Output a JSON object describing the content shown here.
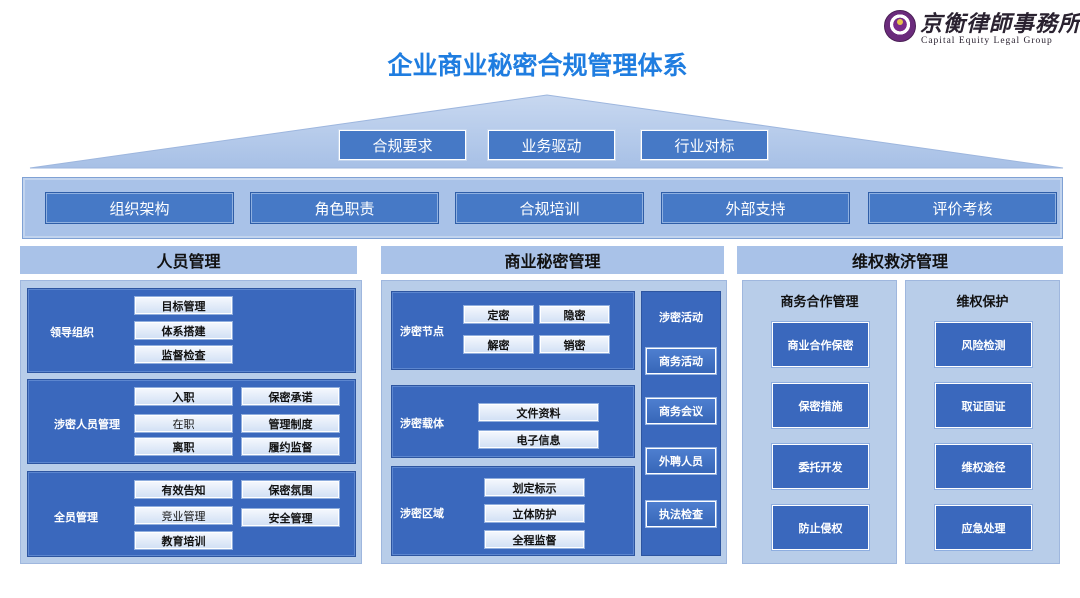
{
  "header": {
    "logo_cn": "京衡律師事務所",
    "logo_en": "Capital Equity Legal Group",
    "title": "企业商业秘密合规管理体系"
  },
  "roof": {
    "items": [
      "合规要求",
      "业务驱动",
      "行业对标"
    ]
  },
  "band": {
    "items": [
      "组织架构",
      "角色职责",
      "合规培训",
      "外部支持",
      "评价考核"
    ]
  },
  "people": {
    "title": "人员管理",
    "groups": [
      {
        "label": "领导组织",
        "items": [
          "目标管理",
          "体系搭建",
          "监督检查"
        ]
      },
      {
        "label": "涉密人员管理",
        "items": [
          "入职",
          "保密承诺",
          "在职",
          "管理制度",
          "离职",
          "履约监督"
        ]
      },
      {
        "label": "全员管理",
        "items": [
          "有效告知",
          "保密氛围",
          "竞业管理",
          "安全管理",
          "教育培训"
        ]
      }
    ]
  },
  "secret": {
    "title": "商业秘密管理",
    "groups": [
      {
        "label": "涉密节点",
        "items": [
          "定密",
          "隐密",
          "解密",
          "销密"
        ]
      },
      {
        "label": "涉密载体",
        "items": [
          "文件资料",
          "电子信息"
        ]
      },
      {
        "label": "涉密区域",
        "items": [
          "划定标示",
          "立体防护",
          "全程监督"
        ]
      }
    ],
    "activity": {
      "label": "涉密活动",
      "items": [
        "商务活动",
        "商务会议",
        "外聘人员",
        "执法检查"
      ]
    }
  },
  "rights": {
    "title": "维权救济管理",
    "cooperation": {
      "title": "商务合作管理",
      "items": [
        "商业合作保密",
        "保密措施",
        "委托开发",
        "防止侵权"
      ]
    },
    "protection": {
      "title": "维权保护",
      "items": [
        "风险检测",
        "取证固证",
        "维权途径",
        "应急处理"
      ]
    }
  }
}
